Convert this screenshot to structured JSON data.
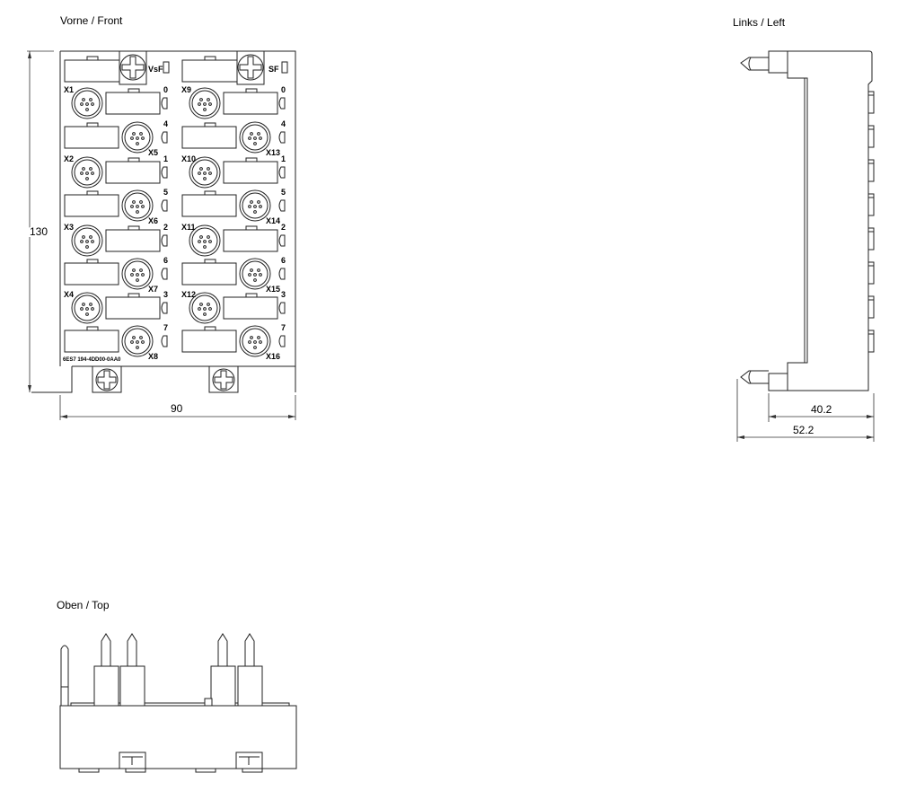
{
  "views": {
    "front": {
      "title": "Vorne / Front",
      "height_dim": "130",
      "width_dim": "90",
      "status_left": "VsF",
      "status_right": "SF",
      "part_number": "6ES7 194-4DD00-0AA0",
      "left_column": [
        {
          "connector": "X1",
          "channel": "0"
        },
        {
          "connector": "X5",
          "channel": "4"
        },
        {
          "connector": "X2",
          "channel": "1"
        },
        {
          "connector": "X6",
          "channel": "5"
        },
        {
          "connector": "X3",
          "channel": "2"
        },
        {
          "connector": "X7",
          "channel": "6"
        },
        {
          "connector": "X4",
          "channel": "3"
        },
        {
          "connector": "X8",
          "channel": "7"
        }
      ],
      "right_column": [
        {
          "connector": "X9",
          "channel": "0"
        },
        {
          "connector": "X13",
          "channel": "4"
        },
        {
          "connector": "X10",
          "channel": "1"
        },
        {
          "connector": "X14",
          "channel": "5"
        },
        {
          "connector": "X11",
          "channel": "2"
        },
        {
          "connector": "X15",
          "channel": "6"
        },
        {
          "connector": "X12",
          "channel": "3"
        },
        {
          "connector": "X16",
          "channel": "7"
        }
      ]
    },
    "left": {
      "title": "Links / Left",
      "depth_dim_inner": "40.2",
      "depth_dim_outer": "52.2"
    },
    "top": {
      "title": "Oben / Top"
    }
  }
}
